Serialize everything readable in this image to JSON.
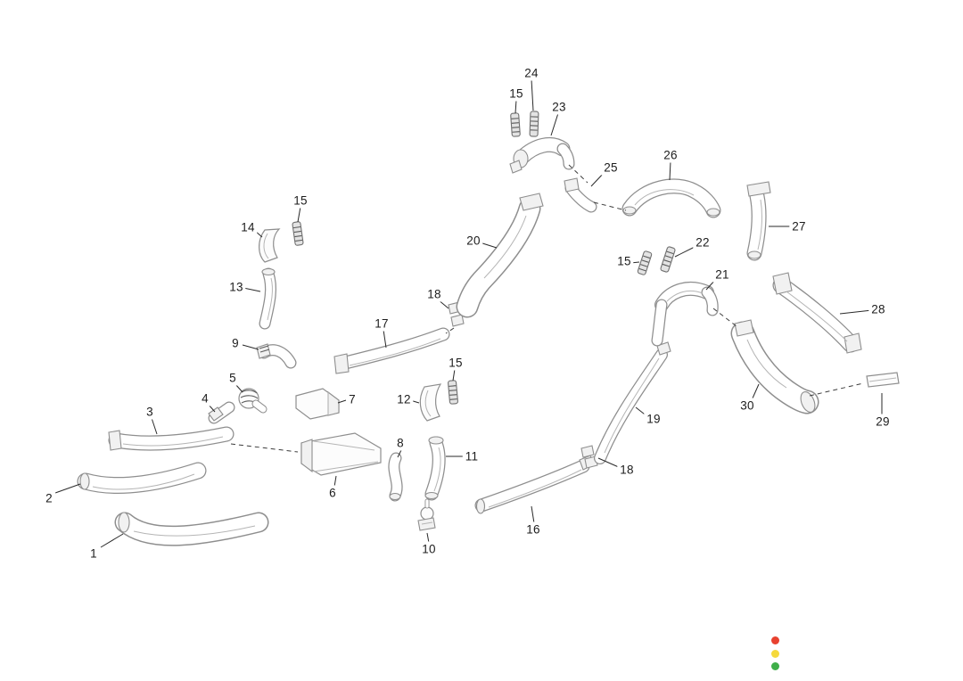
{
  "diagram": {
    "description": "Exploded parts diagram of HVAC air distribution ducts with numbered callouts",
    "callouts": [
      {
        "text": "1"
      },
      {
        "text": "2"
      },
      {
        "text": "3"
      },
      {
        "text": "4"
      },
      {
        "text": "5"
      },
      {
        "text": "6"
      },
      {
        "text": "7"
      },
      {
        "text": "8"
      },
      {
        "text": "9"
      },
      {
        "text": "10"
      },
      {
        "text": "11"
      },
      {
        "text": "12"
      },
      {
        "text": "13"
      },
      {
        "text": "14"
      },
      {
        "text": "15"
      },
      {
        "text": "15"
      },
      {
        "text": "15"
      },
      {
        "text": "15"
      },
      {
        "text": "16"
      },
      {
        "text": "17"
      },
      {
        "text": "18"
      },
      {
        "text": "18"
      },
      {
        "text": "19"
      },
      {
        "text": "20"
      },
      {
        "text": "21"
      },
      {
        "text": "22"
      },
      {
        "text": "23"
      },
      {
        "text": "24"
      },
      {
        "text": "25"
      },
      {
        "text": "26"
      },
      {
        "text": "27"
      },
      {
        "text": "28"
      },
      {
        "text": "29"
      },
      {
        "text": "30"
      }
    ],
    "status_dots": {
      "red": "#e8412f",
      "yellow": "#f5d93c",
      "green": "#3fae49"
    }
  }
}
